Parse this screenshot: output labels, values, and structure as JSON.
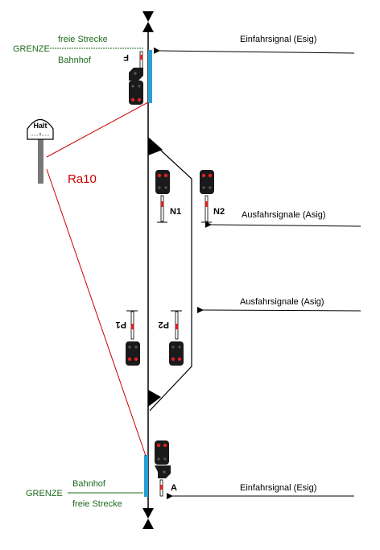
{
  "top": {
    "line_above": "freie Strecke",
    "line_below": "Bahnhof",
    "grenze": "GRENZE",
    "signal_label": "Einfahrsignal (Esig)",
    "signal_id": "F"
  },
  "bottom": {
    "line_above": "Bahnhof",
    "line_below": "freie Strecke",
    "grenze": "GRENZE",
    "signal_label": "Einfahrsignal (Esig)",
    "signal_id": "A"
  },
  "board": {
    "title": "Halt",
    "label": "Ra10"
  },
  "exit_signals": {
    "label_upper": "Ausfahrsignale (Asig)",
    "label_lower": "Ausfahrsignale (Asig)",
    "n1": "N1",
    "n2": "N2",
    "p1": "P1",
    "p2": "P2"
  },
  "colors": {
    "track": "#000000",
    "boundary": "#1e6b1e",
    "marker": "#2a9fd6",
    "board_line": "#cc0000",
    "signal_red": "#e02020",
    "signal_body": "#1a1a1a"
  }
}
